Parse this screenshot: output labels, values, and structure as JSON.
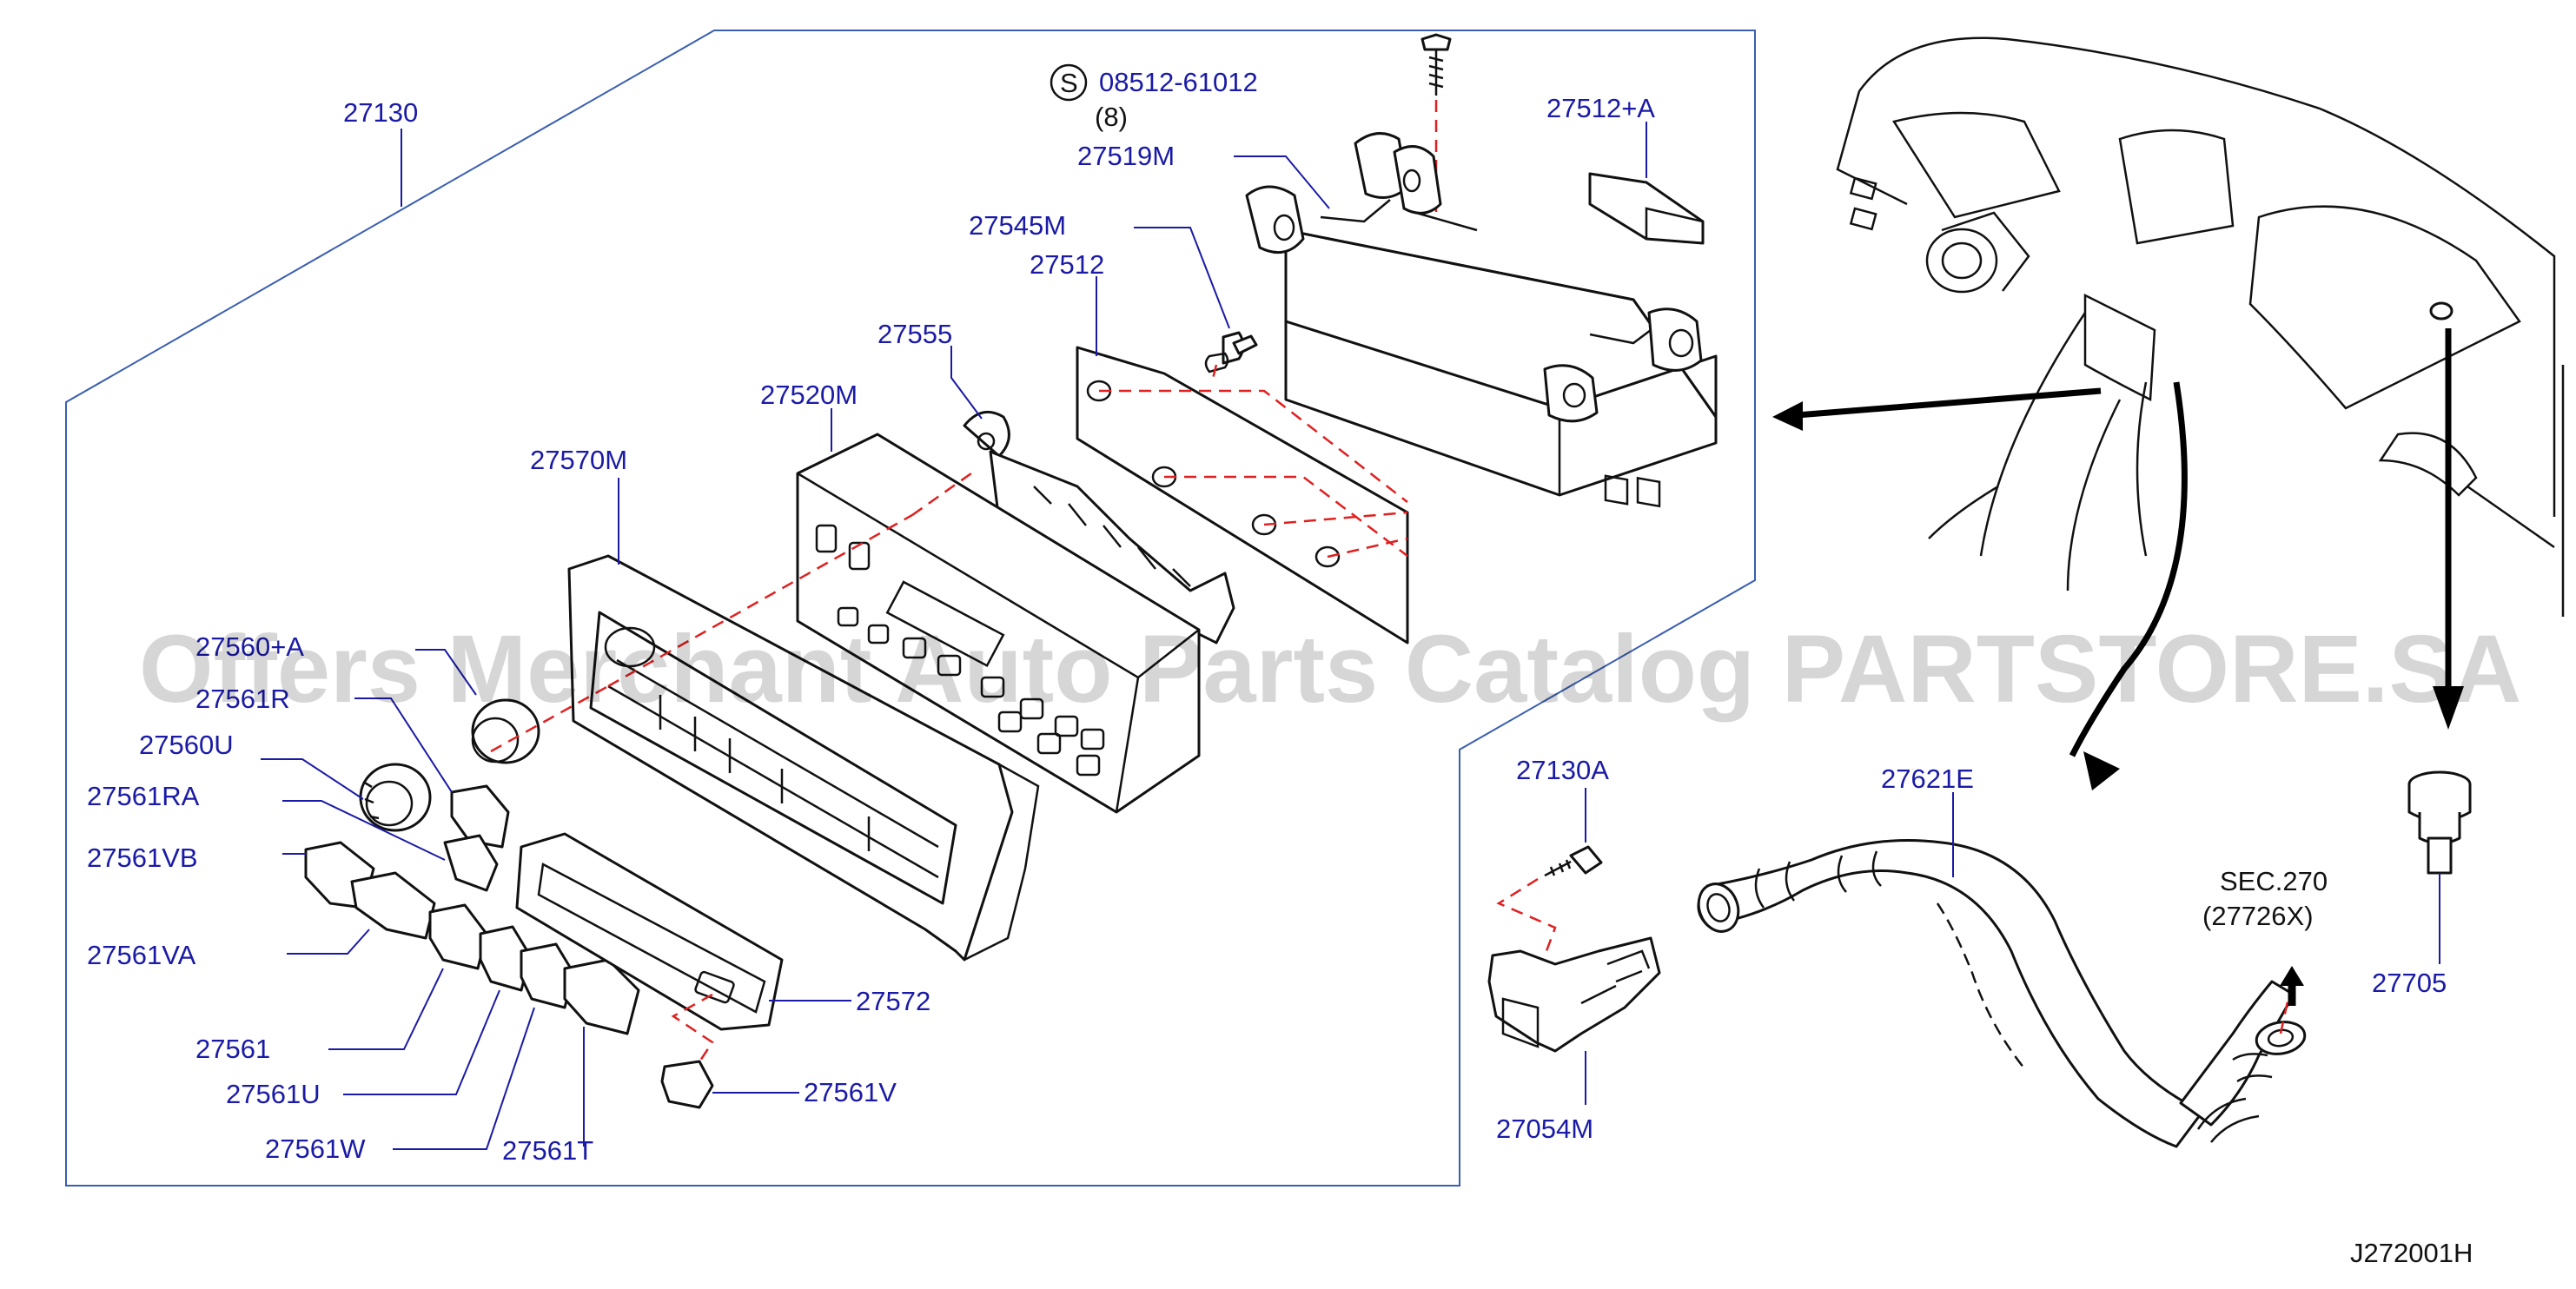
{
  "diagram": {
    "labels": {
      "assembly": "27130",
      "screw_part_no": "08512-61012",
      "screw_qty": "(8)",
      "screw_symbol": "S",
      "lid": "27512+A",
      "bracket": "27519M",
      "clip": "27545M",
      "gasket": "27512",
      "lever": "27555",
      "panel": "27520M",
      "finisher": "27570M",
      "knob_a": "27560+A",
      "knob_r": "27561R",
      "knob_u": "27560U",
      "knob_ra": "27561RA",
      "button_vb": "27561VB",
      "button_va": "27561VA",
      "button": "27561",
      "button_u": "27561U",
      "button_w": "27561W",
      "button_t": "27561T",
      "plate": "27572",
      "button_v": "27561V",
      "harness_screw": "27130A",
      "sensor": "27054M",
      "hose": "27621E",
      "sec_ref": "SEC.270",
      "sec_ref_no": "(27726X)",
      "grommet": "27705",
      "diagram_id": "J272001H"
    },
    "watermark": "Offers Merchant Auto Parts Catalog PARTSTORE.SA",
    "colors": {
      "label": "#1a1aa6",
      "leader_line": "#1a1aa6",
      "dashed_connector": "#e02020",
      "frame": "#3a5fb0",
      "outline": "#111111"
    }
  }
}
